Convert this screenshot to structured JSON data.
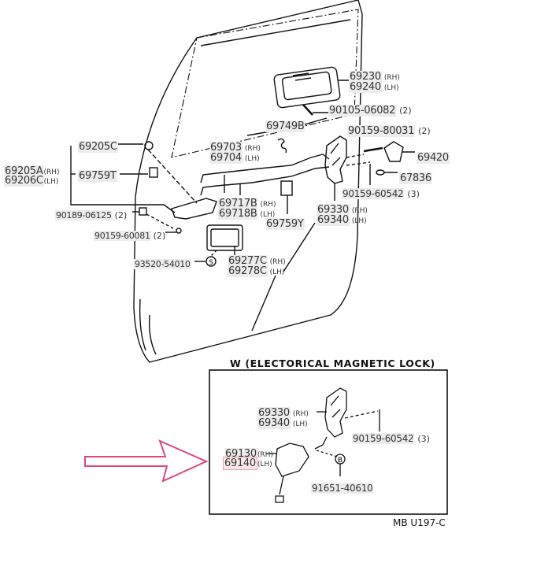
{
  "diagram": {
    "subject": "Rear door lock & handle parts diagram",
    "parts": [
      {
        "id": "69230",
        "side": "(RH)"
      },
      {
        "id": "69240",
        "side": "(LH)"
      },
      {
        "id": "90105-06082",
        "qty": "(2)"
      },
      {
        "id": "69749B"
      },
      {
        "id": "90159-80031",
        "qty": "(2)"
      },
      {
        "id": "69205C"
      },
      {
        "id": "69703",
        "side": "(RH)"
      },
      {
        "id": "69704",
        "side": "(LH)"
      },
      {
        "id": "69420"
      },
      {
        "id": "69205A",
        "side": "(RH)"
      },
      {
        "id": "69206C",
        "side": "(LH)"
      },
      {
        "id": "69759T"
      },
      {
        "id": "67836"
      },
      {
        "id": "90159-60542",
        "qty": "(3)"
      },
      {
        "id": "69717B",
        "side": "(RH)"
      },
      {
        "id": "69718B",
        "side": "(LH)"
      },
      {
        "id": "69330",
        "side": "(RH)"
      },
      {
        "id": "69340",
        "side": "(LH)"
      },
      {
        "id": "90189-06125",
        "qty": "(2)"
      },
      {
        "id": "69759Y"
      },
      {
        "id": "90159-60081",
        "qty": "(2)"
      },
      {
        "id": "93520-54010"
      },
      {
        "id": "69277C",
        "side": "(RH)"
      },
      {
        "id": "69278C",
        "side": "(LH)"
      }
    ],
    "inset": {
      "title": "W (ELECTORICAL MAGNETIC LOCK)",
      "parts": [
        {
          "id": "69330",
          "side": "(RH)"
        },
        {
          "id": "69340",
          "side": "(LH)"
        },
        {
          "id": "90159-60542",
          "qty": "(3)"
        },
        {
          "id": "69130",
          "side": "(RH)"
        },
        {
          "id": "69140",
          "side": "(LH)",
          "highlighted": true
        },
        {
          "id": "91651-40610"
        }
      ],
      "symbol_b": "B"
    },
    "symbol_s": "S",
    "code": "MB U197-C",
    "annotation": {
      "type": "arrow",
      "color": "#e0457f",
      "points_to": "69140"
    }
  }
}
